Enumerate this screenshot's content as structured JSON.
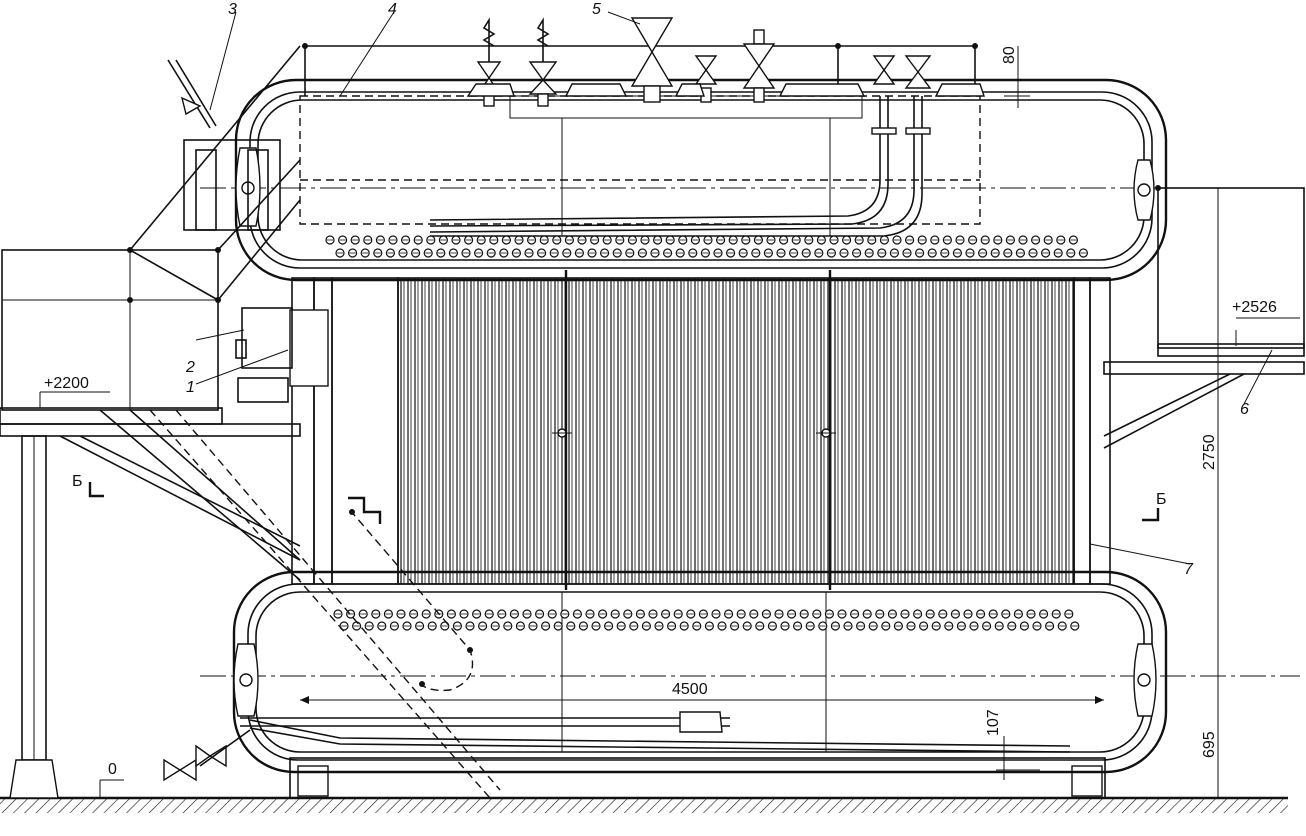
{
  "labels": {
    "callout_1": "1",
    "callout_2": "2",
    "callout_3": "3",
    "callout_4": "4",
    "callout_5": "5",
    "callout_6": "6",
    "callout_7": "7",
    "level_platform_left": "+2200",
    "level_platform_right": "+2526",
    "level_ground": "0",
    "section_left": "Б",
    "section_right": "Б"
  },
  "dimensions": {
    "drum_spacing": "2750",
    "lower_drum_height": "695",
    "drum_length": "4500",
    "top_offset": "80",
    "bottom_offset": "107"
  }
}
